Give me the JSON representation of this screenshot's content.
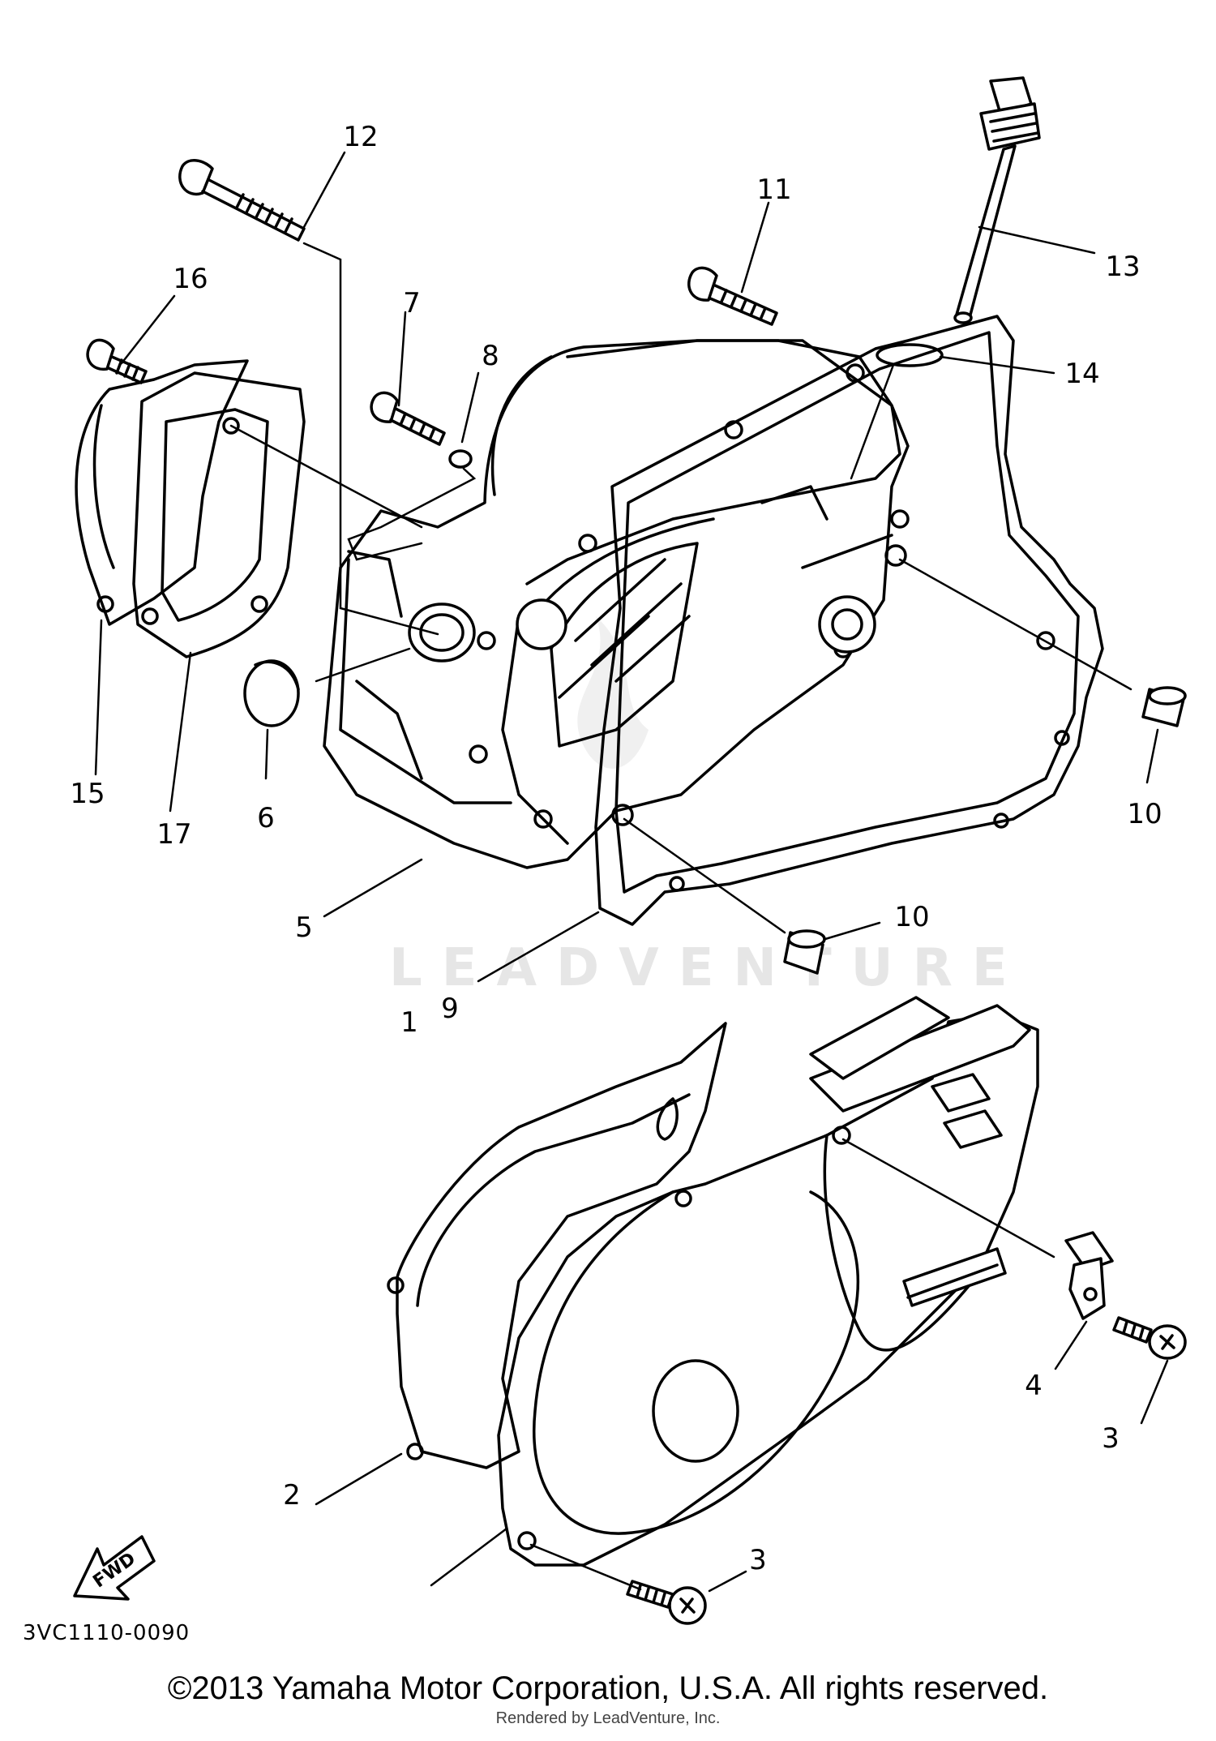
{
  "diagram": {
    "code": "3VC1110-0090",
    "watermark": "LEADVENTURE",
    "fwd_label": "FWD",
    "parts": [
      {
        "id": "p1",
        "label": "1"
      },
      {
        "id": "p2",
        "label": "2"
      },
      {
        "id": "p3a",
        "label": "3"
      },
      {
        "id": "p3b",
        "label": "3"
      },
      {
        "id": "p4",
        "label": "4"
      },
      {
        "id": "p5",
        "label": "5"
      },
      {
        "id": "p6",
        "label": "6"
      },
      {
        "id": "p7",
        "label": "7"
      },
      {
        "id": "p8",
        "label": "8"
      },
      {
        "id": "p9",
        "label": "9"
      },
      {
        "id": "p10a",
        "label": "10"
      },
      {
        "id": "p10b",
        "label": "10"
      },
      {
        "id": "p11",
        "label": "11"
      },
      {
        "id": "p12",
        "label": "12"
      },
      {
        "id": "p13",
        "label": "13"
      },
      {
        "id": "p14",
        "label": "14"
      },
      {
        "id": "p15",
        "label": "15"
      },
      {
        "id": "p16",
        "label": "16"
      },
      {
        "id": "p17",
        "label": "17"
      }
    ]
  },
  "footer": {
    "copyright": "©2013 Yamaha Motor Corporation, U.S.A. All rights reserved.",
    "rendered_by": "Rendered by LeadVenture, Inc."
  }
}
